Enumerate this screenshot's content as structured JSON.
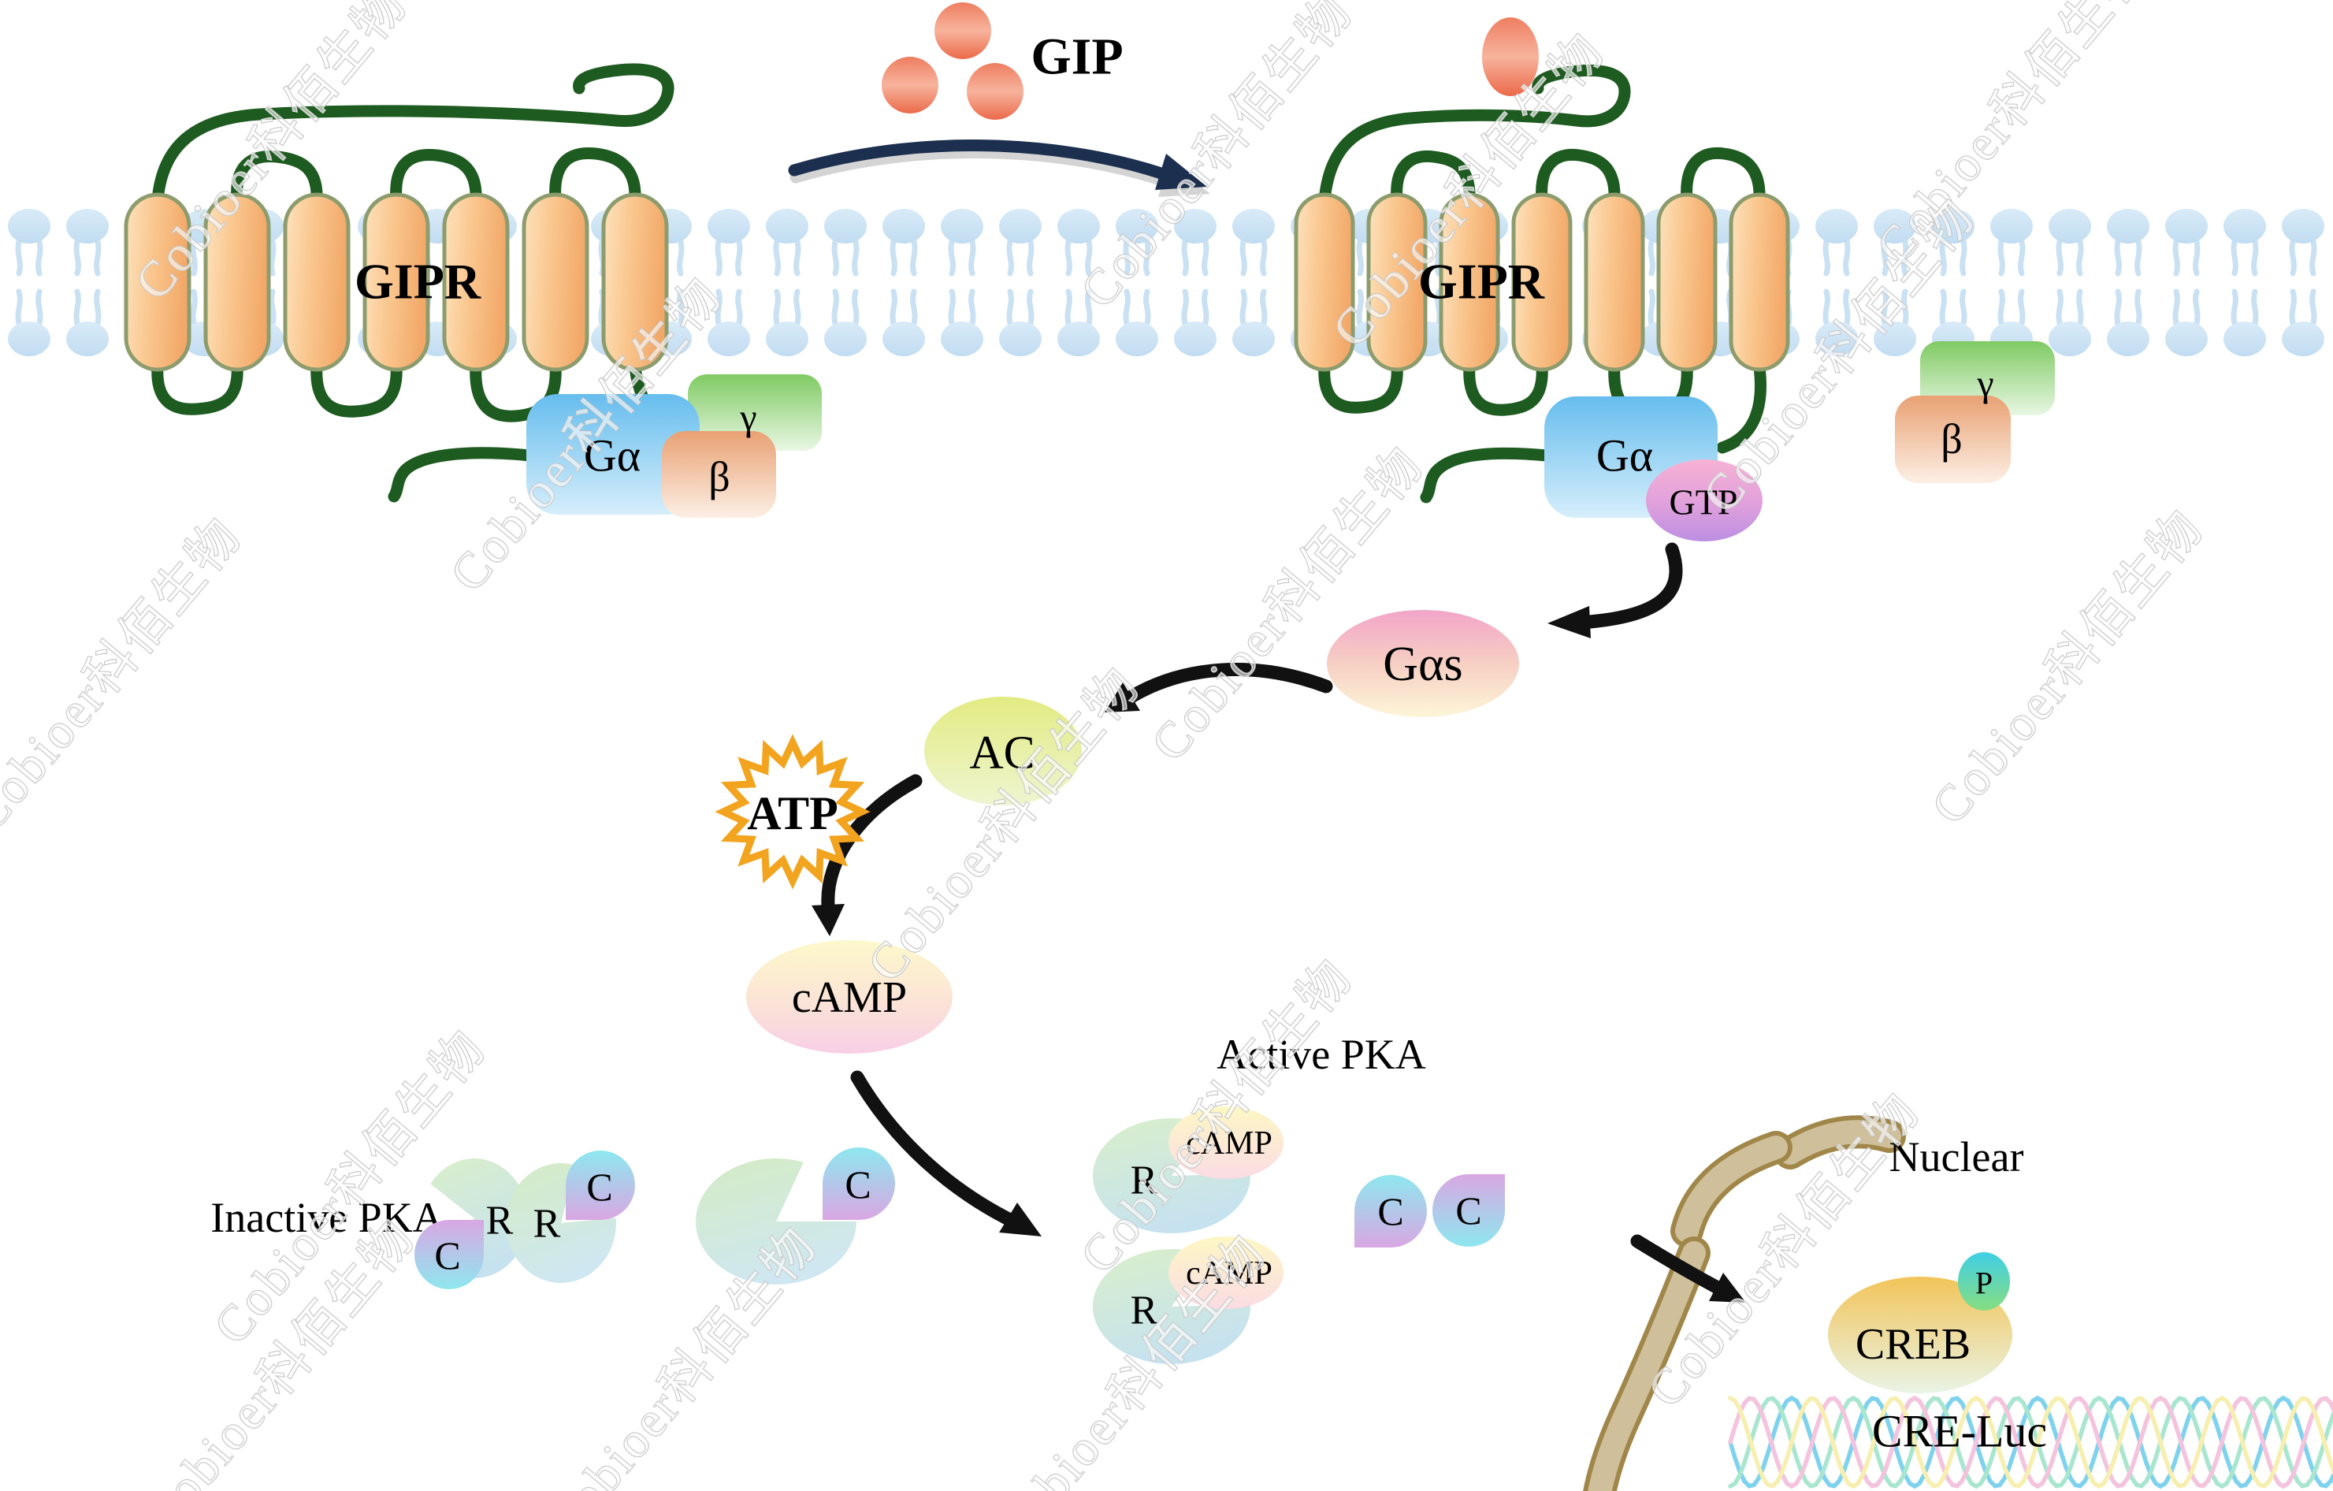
{
  "watermark": {
    "text": "Cobioer科佰生物"
  },
  "labels": {
    "gip": "GIP",
    "gipr_left": "GIPR",
    "gipr_right": "GIPR",
    "g_alpha_left": "Gα",
    "g_alpha_right": "Gα",
    "gamma_left": "γ",
    "beta_left": "β",
    "gamma_right": "γ",
    "beta_right": "β",
    "gtp": "GTP",
    "g_alpha_s": "Gαs",
    "ac": "AC",
    "atp": "ATP",
    "camp": "cAMP",
    "inactive_pka": "Inactive PKA",
    "active_pka": "Active PKA",
    "r_subunit": "R",
    "c_subunit": "C",
    "camp_bound": "cAMP",
    "nuclear": "Nuclear",
    "creb": "CREB",
    "phospho": "P",
    "cre_luc": "CRE-Luc"
  },
  "colors": {
    "membrane_blue": "#cfe4f4",
    "helix_orange": "#f8c289",
    "helix_outline_olive": "#8d9c6d",
    "loop_green": "#1e5b20",
    "gip_red": "#ed6f4f",
    "arrow_navy": "#1c2f4e",
    "g_alpha_blue": "#66bdee",
    "beta_peach": "#e9a173",
    "gamma_green": "#7fca63",
    "gtp_purple": "#c193e4",
    "gas_pink": "#f3a8ca",
    "ac_yellow_green": "#e3eb82",
    "atp_text_green": "#159a27",
    "atp_star_gold": "#f2a41e",
    "camp_pink": "#f8cfe6",
    "r_subunit_pastel": "#d9efca",
    "c_subunit_cyan": "#8ee7ef",
    "c_subunit_purple": "#d9a7e3",
    "nuclear_tan": "#cfc09b",
    "nuclear_outline": "#a08749",
    "creb_gold": "#f2c459",
    "p_teal": "#40cfe6",
    "arrow_black": "#111111"
  }
}
